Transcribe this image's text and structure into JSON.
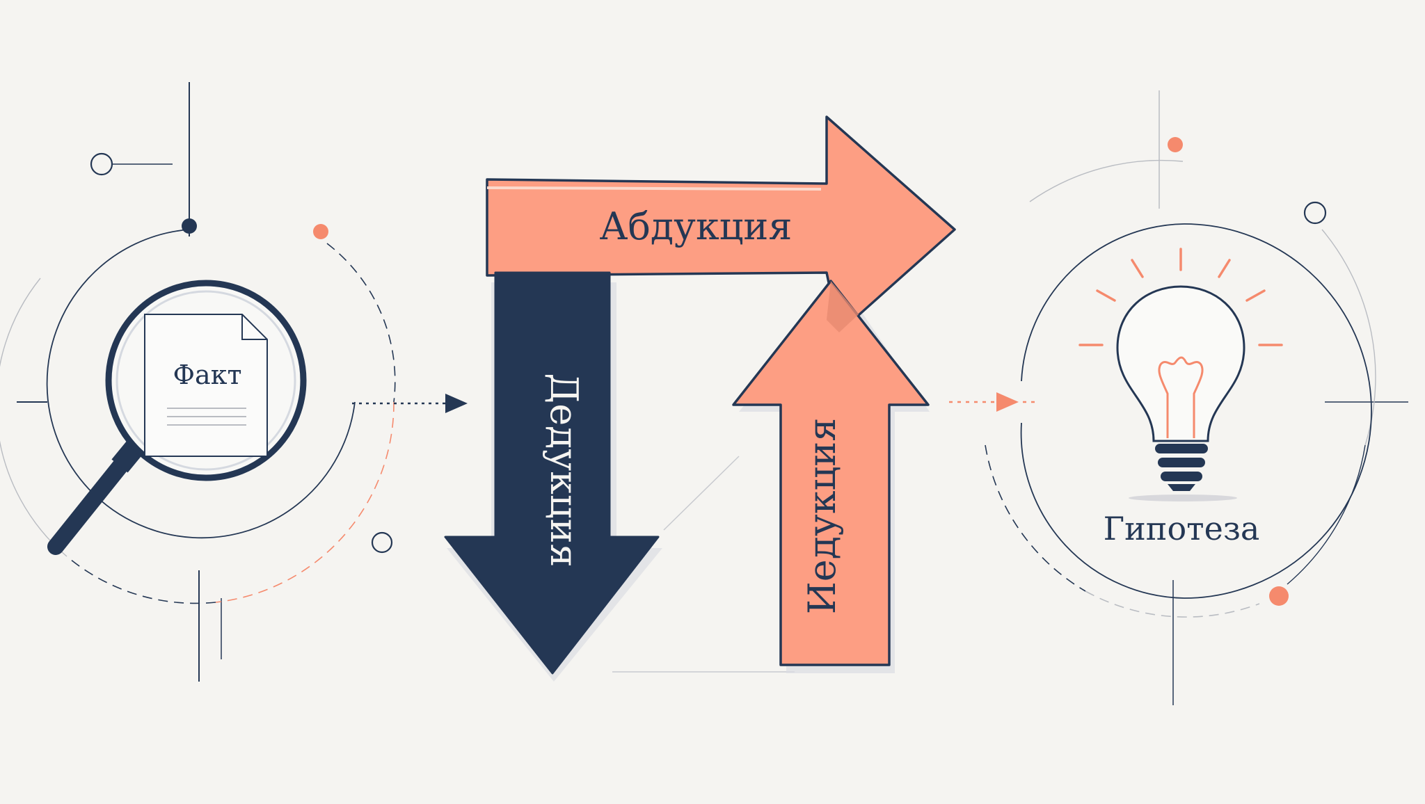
{
  "colors": {
    "background": "#f5f4f1",
    "navy": "#243754",
    "coral": "#fd9e83",
    "coral_dot": "#f58a6d",
    "line_gray": "#b9bcc2"
  },
  "labels": {
    "fact": "Факт",
    "abduction": "Абдукция",
    "deduction": "Дедукция",
    "induction": "Иедукция",
    "hypothesis": "Гипотеза"
  },
  "icons": {
    "left": "magnifier-icon",
    "document": "document-icon",
    "right": "lightbulb-icon"
  }
}
